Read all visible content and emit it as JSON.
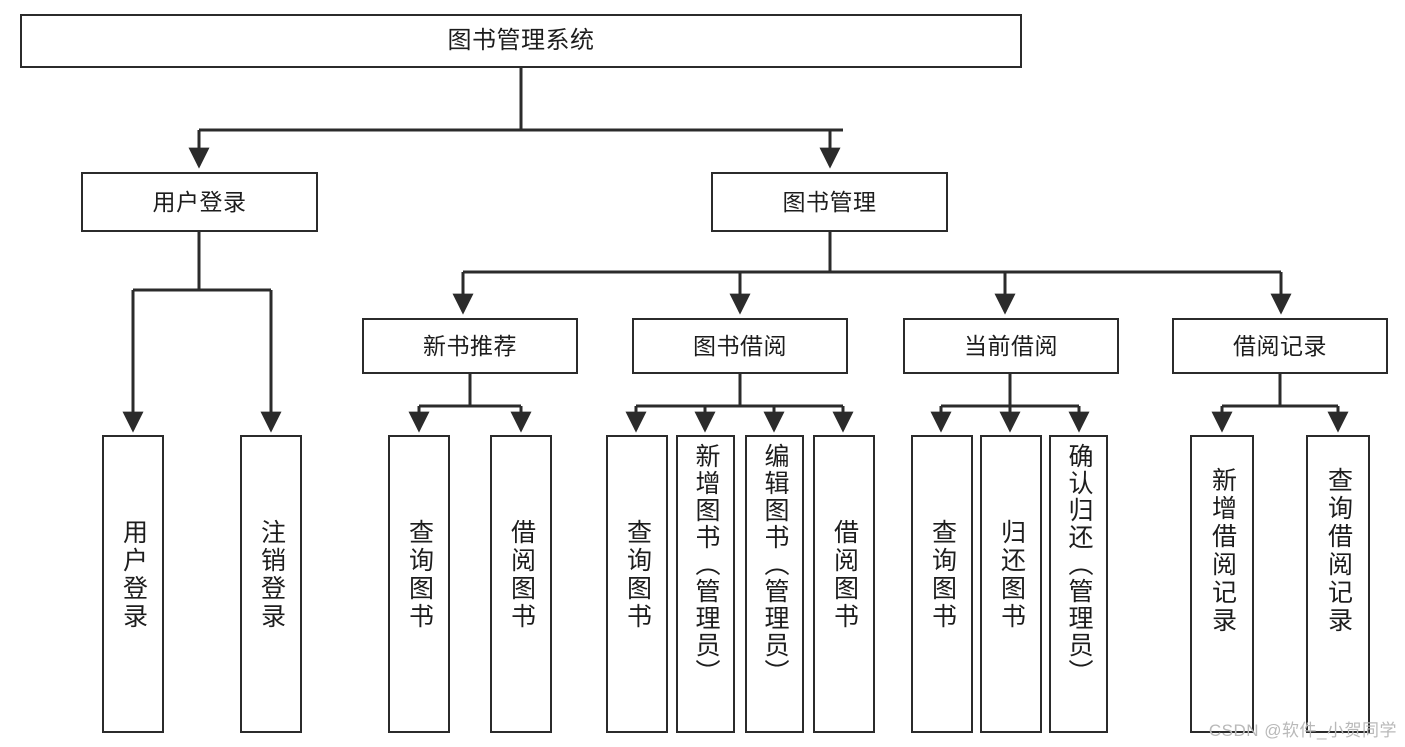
{
  "diagram": {
    "title": "图书管理系统",
    "type": "tree-hierarchy",
    "watermark": "CSDN @软件_小贺同学",
    "colors": {
      "box_border": "#2b2b2b",
      "box_fill": "#ffffff",
      "connector": "#2b2b2b",
      "text": "#1d1d1d",
      "watermark": "#b9b9b9"
    },
    "levels": {
      "root": {
        "label": "图书管理系统"
      },
      "level2": [
        {
          "label": "用户登录"
        },
        {
          "label": "图书管理"
        }
      ],
      "level3": [
        {
          "label": "新书推荐"
        },
        {
          "label": "图书借阅"
        },
        {
          "label": "当前借阅"
        },
        {
          "label": "借阅记录"
        }
      ],
      "leaves": {
        "user_login": [
          {
            "label": "用户登录"
          },
          {
            "label": "注销登录"
          }
        ],
        "new_book_recommend": [
          {
            "label": "查询图书"
          },
          {
            "label": "借阅图书"
          }
        ],
        "book_borrow": [
          {
            "label": "查询图书"
          },
          {
            "label": "新增图书（管理员）"
          },
          {
            "label": "编辑图书（管理员）"
          },
          {
            "label": "借阅图书"
          }
        ],
        "current_borrow": [
          {
            "label": "查询图书"
          },
          {
            "label": "归还图书"
          },
          {
            "label": "确认归还（管理员）"
          }
        ],
        "borrow_record": [
          {
            "label": "新增借阅记录"
          },
          {
            "label": "查询借阅记录"
          }
        ]
      }
    }
  }
}
